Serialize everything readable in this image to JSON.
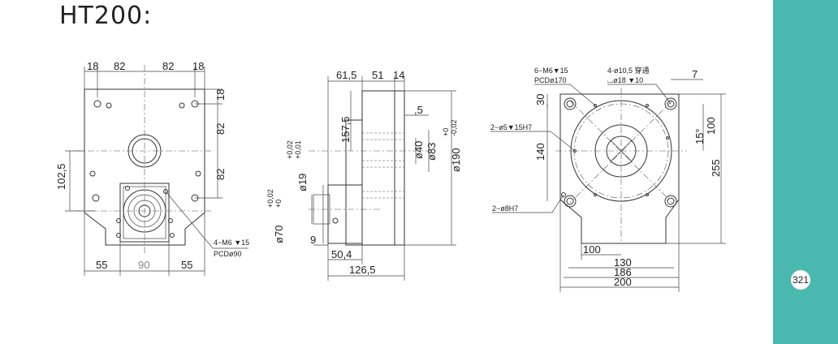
{
  "title": "HT200:",
  "page_number": "321",
  "colors": {
    "sidebar": "#4bb8b0",
    "line": "#333333",
    "background": "#ffffff"
  },
  "front_view": {
    "top_dims": [
      "18",
      "82",
      "82",
      "18"
    ],
    "right_dims": [
      "18",
      "82",
      "82"
    ],
    "left_dim": "102,5",
    "bottom_dims": [
      "55",
      "90",
      "55"
    ],
    "note_line1": "4−M6 ▼15",
    "note_line2": "PCDø90"
  },
  "side_view": {
    "top_dims": [
      "61,5",
      "51",
      "14"
    ],
    "dim_5": ",5",
    "dim_157": "157,5",
    "dia_19": "ø19",
    "dia_19_tol": "+0,02\n+0,01",
    "dia_70": "ø70",
    "dia_70_tol": "+0,02\n+0",
    "dia_40": "ø40",
    "dia_83": "ø83",
    "dia_190": "ø190",
    "dia_190_tol": "+0\n-0,02",
    "dim_9": "9",
    "dim_50": "50,4",
    "dim_126": "126,5"
  },
  "top_view": {
    "note_m6_line1": "6−M6▼15",
    "note_m6_line2": "PCDø170",
    "note_thru_line1": "4-ø10,5 穿通",
    "note_thru_line2": "⌴ø18 ▼10",
    "dim_7": "7",
    "dim_30": "30",
    "dim_100_v": "100",
    "dim_15": "15°",
    "note_pin1": "2−ø5▼15H7",
    "dim_140": "140",
    "dim_255": "255",
    "note_pin2": "2−ø8H7",
    "dim_100_h": "100",
    "dim_130": "130",
    "dim_186": "186",
    "dim_200": "200"
  }
}
